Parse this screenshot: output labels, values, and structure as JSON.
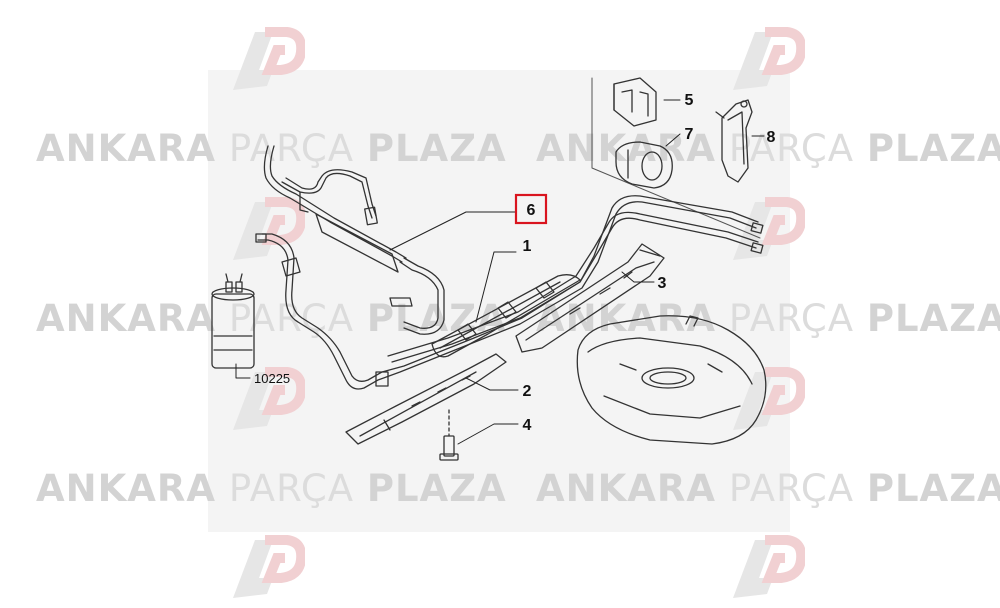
{
  "watermark": {
    "bold1": "ANKARA",
    "light": "PARÇA",
    "bold2": "PLAZA"
  },
  "callouts": {
    "c1": "1",
    "c2": "2",
    "c3": "3",
    "c4": "4",
    "c5": "5",
    "c6": "6",
    "c7": "7",
    "c8": "8",
    "c10225": "10225"
  },
  "colors": {
    "highlight_box": "#d9141e",
    "watermark_text": "#d3d3d3",
    "line": "#333333"
  }
}
